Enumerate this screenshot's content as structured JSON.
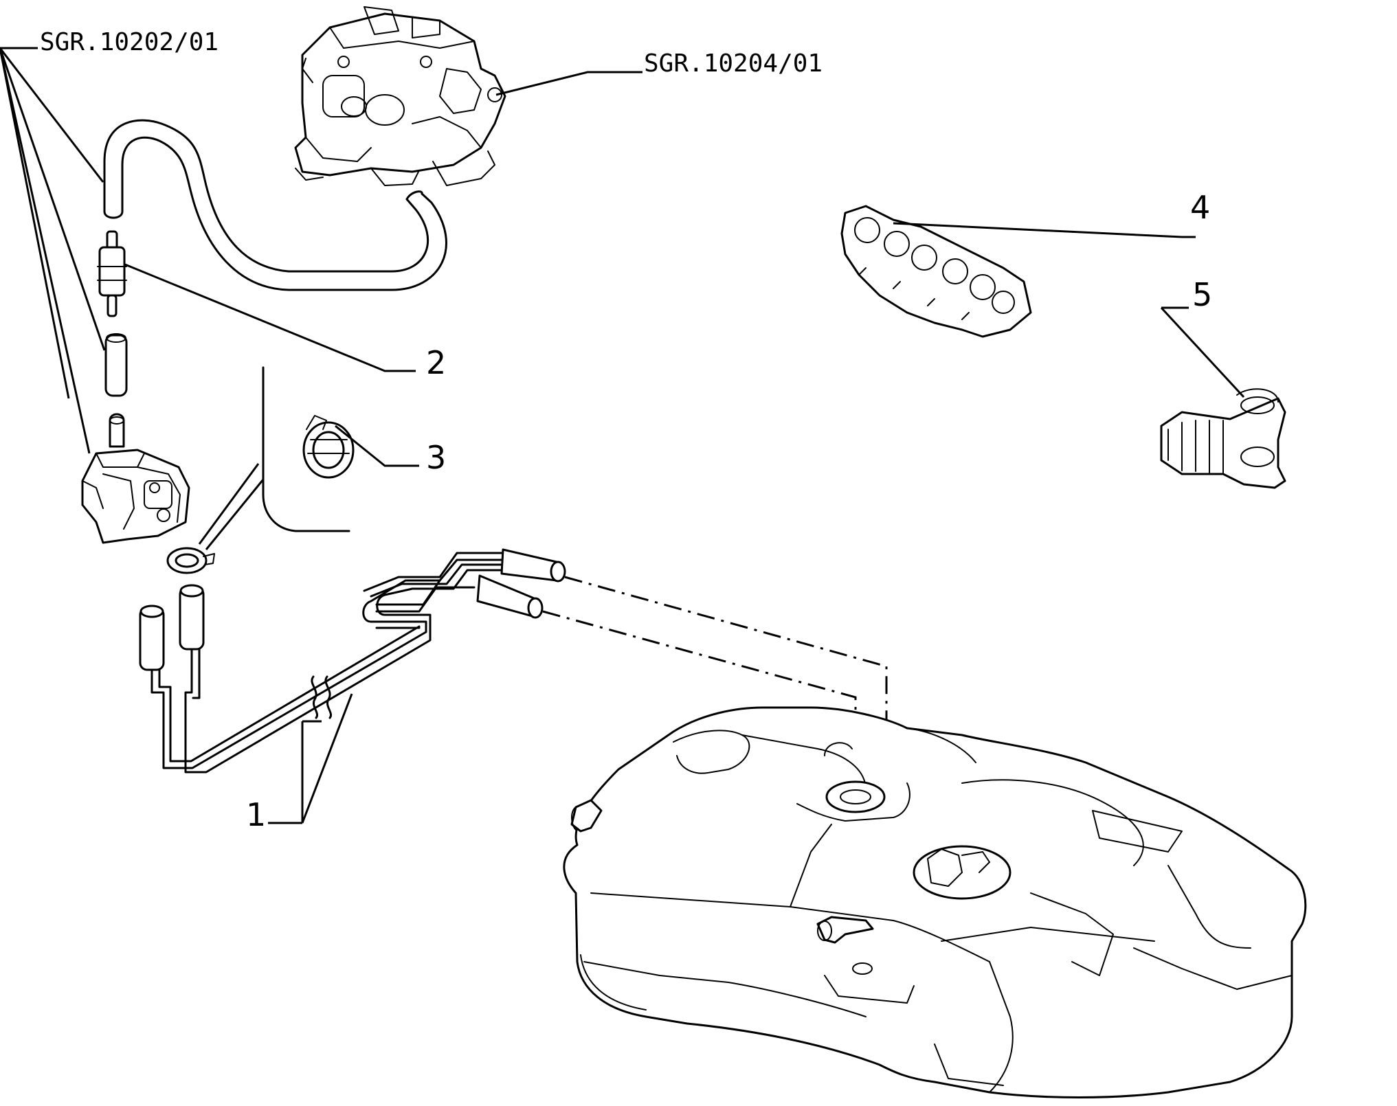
{
  "references": {
    "fuel_pump_group": "SGR.10202/01",
    "carburettor_group": "SGR.10204/01"
  },
  "callouts": {
    "pipes": "1",
    "fuel_filter": "2",
    "hose_clamp": "3",
    "pipe_clip_multi": "4",
    "pipe_clip_single": "5"
  }
}
